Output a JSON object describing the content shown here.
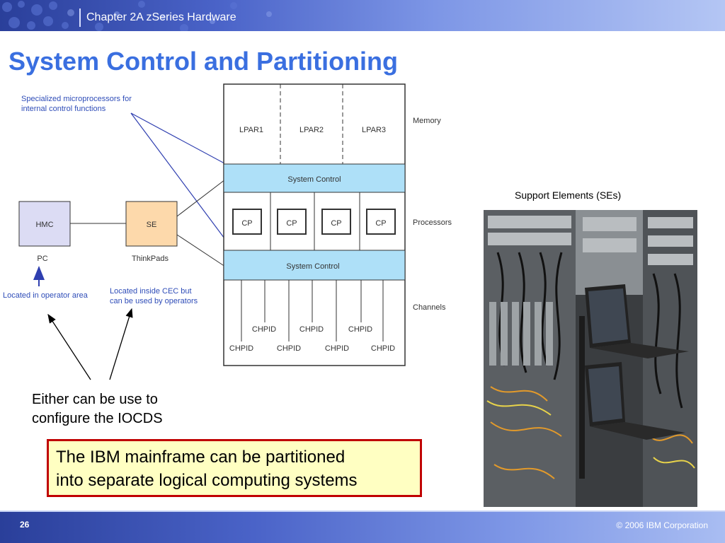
{
  "header": {
    "chapter": "Chapter 2A zSeries Hardware"
  },
  "title": "System Control and Partitioning",
  "diagram": {
    "notes": {
      "microprocessors_line1": "Specialized microprocessors for",
      "microprocessors_line2": "internal control functions",
      "operator_area": "Located in operator area",
      "cec_line1": "Located inside CEC but",
      "cec_line2": "can be used by operators"
    },
    "hmc": "HMC",
    "hmc_caption": "PC",
    "se": "SE",
    "se_caption": "ThinkPads",
    "lpars": [
      "LPAR1",
      "LPAR2",
      "LPAR3"
    ],
    "system_control": "System Control",
    "cps": [
      "CP",
      "CP",
      "CP",
      "CP"
    ],
    "chpid": "CHPID",
    "side_labels": {
      "memory": "Memory",
      "processors": "Processors",
      "channels": "Channels"
    }
  },
  "either_text": {
    "line1": "Either can be use to",
    "line2": "configure the IOCDS"
  },
  "callout": {
    "line1": "The IBM mainframe can be partitioned",
    "line2": "into separate logical computing systems"
  },
  "photo_caption": "Support Elements (SEs)",
  "footer": {
    "page": "26",
    "copyright": "© 2006 IBM Corporation"
  },
  "colors": {
    "title": "#3a6fe0",
    "system_control_fill": "#aee0f8",
    "hmc_fill": "#dcdcf4",
    "se_fill": "#fdd9ab",
    "callout_border": "#c00000",
    "callout_fill": "#ffffc2"
  }
}
